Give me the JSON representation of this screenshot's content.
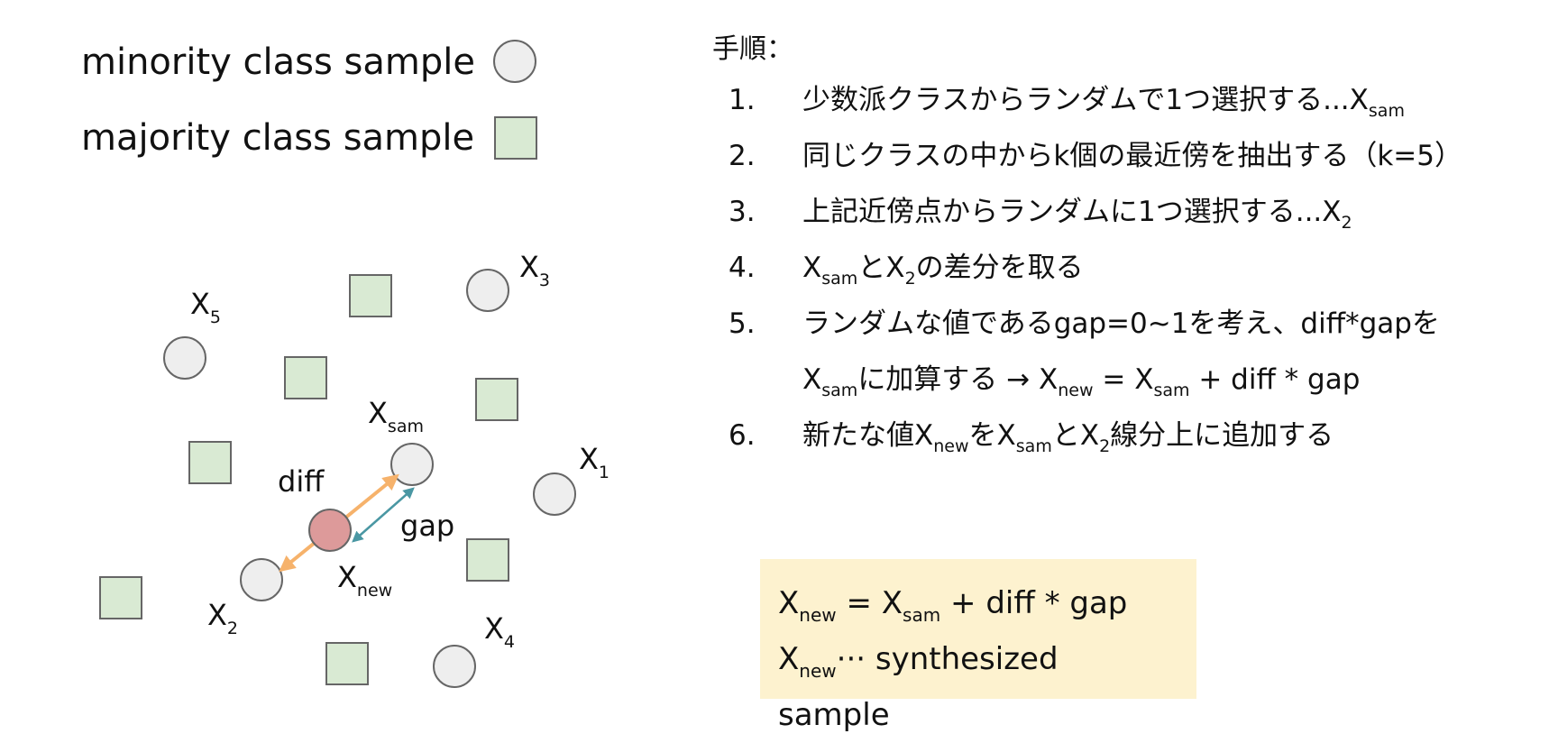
{
  "legend": {
    "minority_label": "minority class sample",
    "majority_label": "majority class sample"
  },
  "labels": {
    "x5": "X",
    "x5_sub": "5",
    "x3": "X",
    "x3_sub": "3",
    "xsam": "X",
    "xsam_sub": "sam",
    "x1": "X",
    "x1_sub": "1",
    "x2": "X",
    "x2_sub": "2",
    "xnew": "X",
    "xnew_sub": "new",
    "x4": "X",
    "x4_sub": "4",
    "diff": "diff",
    "gap": "gap"
  },
  "steps": {
    "title": "手順：",
    "s1": {
      "num": "1.",
      "text": "少数派クラスからランダムで1つ選択する...X",
      "sub": "sam"
    },
    "s2": {
      "num": "2.",
      "text": "同じクラスの中からk個の最近傍を抽出する（k=5）"
    },
    "s3": {
      "num": "3.",
      "text": "上記近傍点からランダムに1つ選択する...X",
      "sub": "2"
    },
    "s4": {
      "num": "4.",
      "a": "X",
      "a_sub": "sam",
      "b": "とX",
      "b_sub": "2",
      "c": "の差分を取る"
    },
    "s5": {
      "num": "5.",
      "line1": "ランダムな値であるgap=0~1を考え、diff*gapを",
      "a": "X",
      "a_sub": "sam",
      "b": "に加算する → X",
      "b_sub": "new",
      "c": " = X",
      "c_sub": "sam",
      "d": " + diff * gap"
    },
    "s6": {
      "num": "6.",
      "a": "新たな値X",
      "a_sub": "new",
      "b": "をX",
      "b_sub": "sam",
      "c": "とX",
      "c_sub": "2",
      "d": "線分上に追加する"
    }
  },
  "formula": {
    "l1_a": "X",
    "l1_a_sub": "new",
    "l1_b": " = X",
    "l1_b_sub": "sam",
    "l1_c": " + diff * gap",
    "l2_a": "X",
    "l2_a_sub": "new",
    "l2_b": "··· synthesized sample"
  },
  "colors": {
    "minority_fill": "#eeeeee",
    "majority_fill": "#d9ead3",
    "new_sample_fill": "#dd9a9a",
    "diff_arrow": "#f6b26b",
    "gap_arrow": "#4a97a3",
    "formula_bg": "#fdf2cf"
  }
}
